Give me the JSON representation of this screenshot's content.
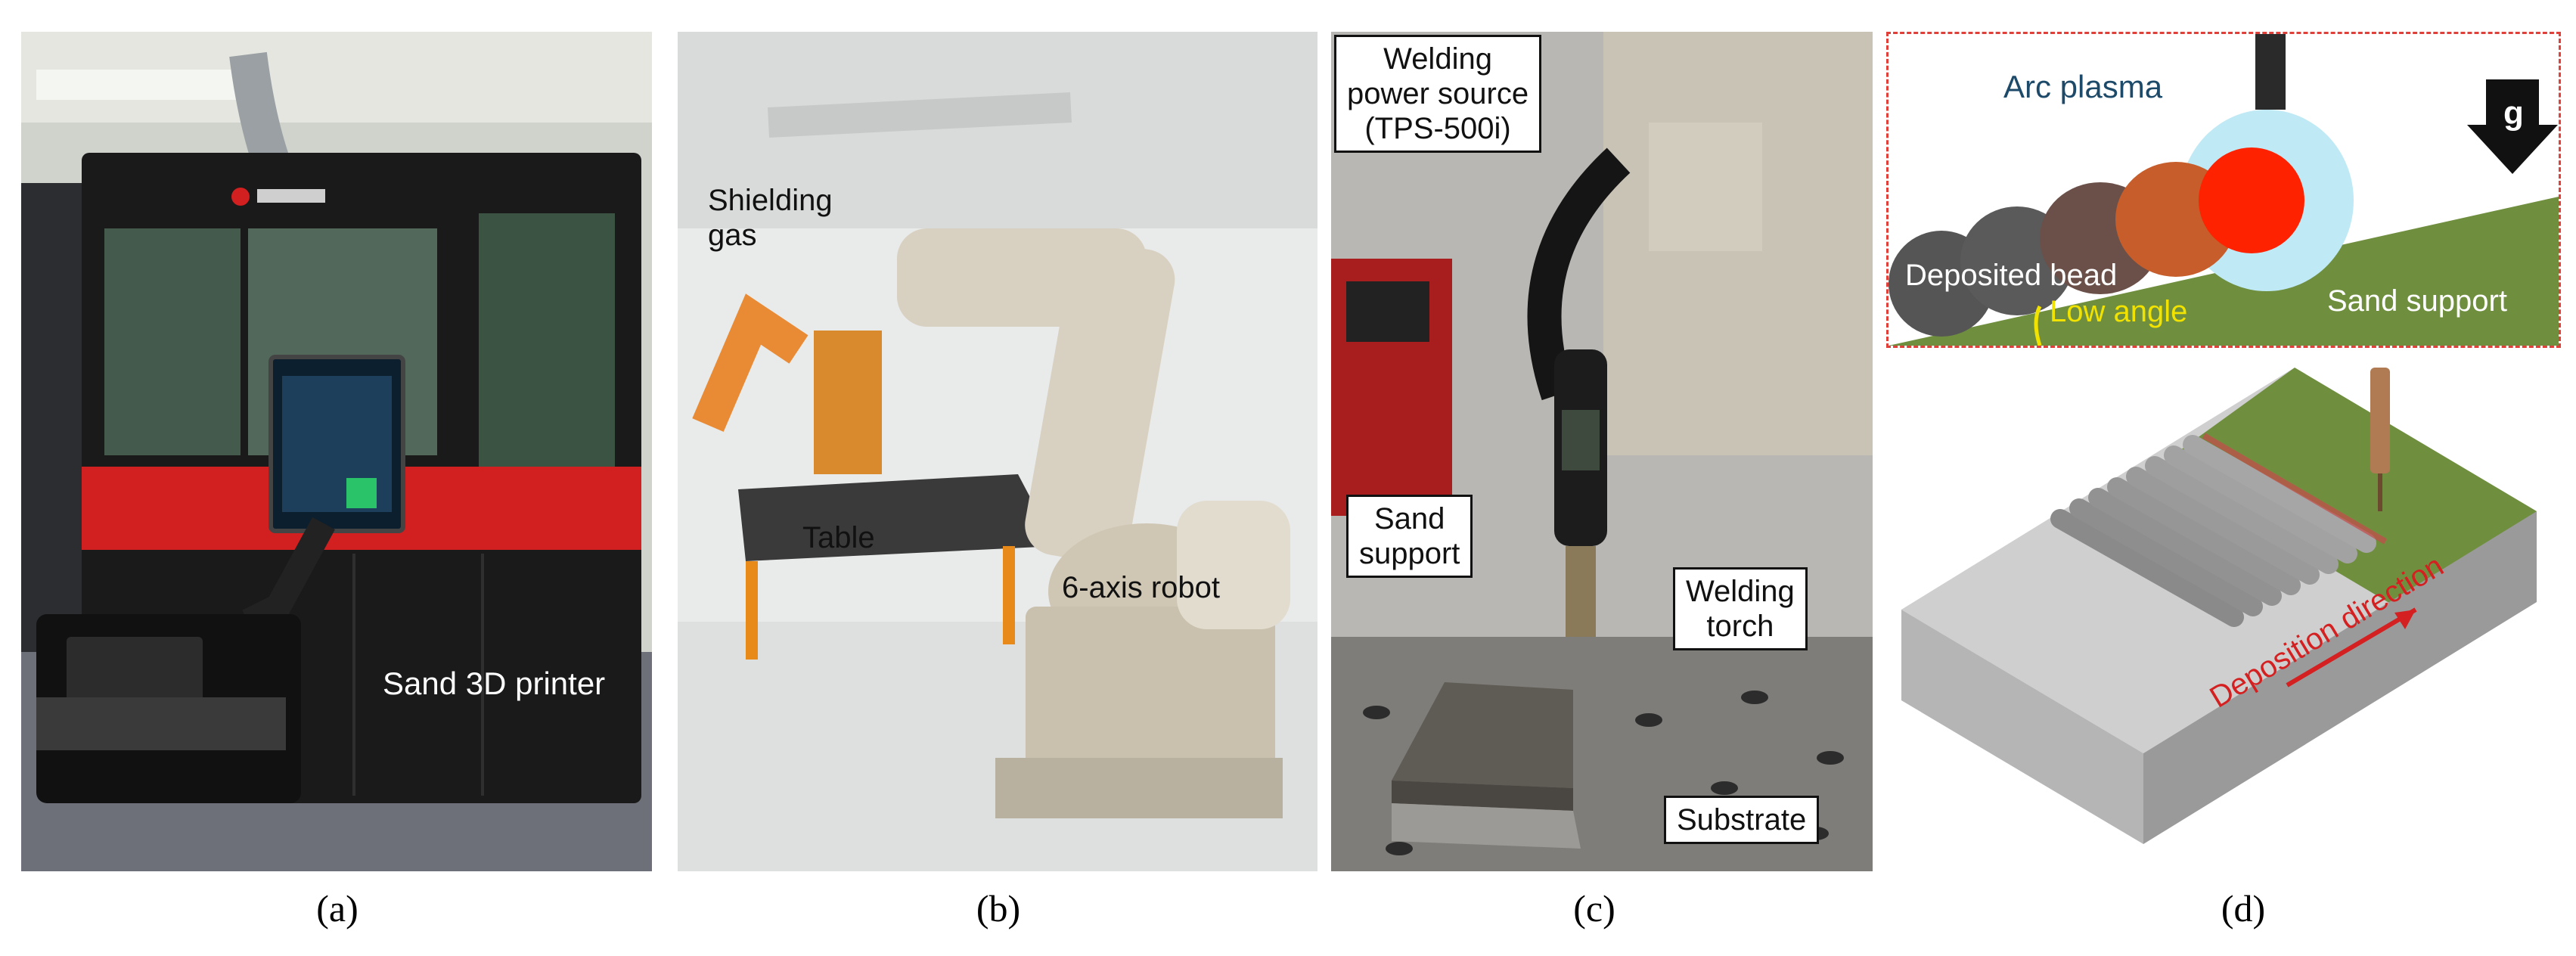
{
  "panels": [
    {
      "id": "a",
      "caption": "(a)",
      "labels": {
        "printer": "Sand 3D printer"
      }
    },
    {
      "id": "b",
      "caption": "(b)",
      "labels": {
        "shielding_gas": "Shielding\ngas",
        "table": "Table",
        "robot": "6-axis robot"
      }
    },
    {
      "id": "c",
      "caption": "(c)",
      "labels": {
        "power_source": "Welding\npower source\n(TPS-500i)",
        "sand_support": "Sand\nsupport",
        "welding_torch": "Welding\ntorch",
        "substrate": "Substrate"
      }
    },
    {
      "id": "d",
      "caption": "(d)",
      "labels": {
        "arc_plasma": "Arc plasma",
        "gravity": "g",
        "deposited_bead": "Deposited bead",
        "low_angle": "Low angle",
        "sand_support": "Sand support",
        "deposition_direction": "Deposition direction"
      }
    }
  ],
  "colors": {
    "machine_black": "#1a1a1a",
    "machine_red": "#d21f1f",
    "robot_beige": "#d8d0c0",
    "sand_green": "#6f8f3f",
    "bead_gray": "#555555",
    "arc_blue": "#bfe9f5",
    "hot_red": "#ff2200",
    "dashed_border": "#e0403a",
    "direction_arrow": "#d42020",
    "low_angle_yellow": "#f2e200"
  }
}
